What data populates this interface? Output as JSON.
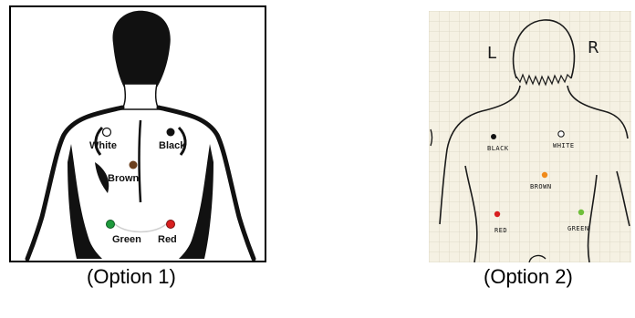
{
  "option1": {
    "caption": "(Option 1)",
    "electrodes": [
      {
        "label": "White",
        "color": "#ffffff"
      },
      {
        "label": "Black",
        "color": "#111111"
      },
      {
        "label": "Brown",
        "color": "#6b3f1d"
      },
      {
        "label": "Green",
        "color": "#1e9a3c"
      },
      {
        "label": "Red",
        "color": "#d81f1f"
      }
    ]
  },
  "option2": {
    "caption": "(Option 2)",
    "side_left": "L",
    "side_right": "R",
    "electrodes": [
      {
        "label": "BLACK",
        "color": "#111111"
      },
      {
        "label": "WHITE",
        "color": "#ffffff"
      },
      {
        "label": "BROWN",
        "color": "#f08a1a"
      },
      {
        "label": "RED",
        "color": "#d81f1f"
      },
      {
        "label": "GREEN",
        "color": "#6fbf3a"
      }
    ]
  }
}
